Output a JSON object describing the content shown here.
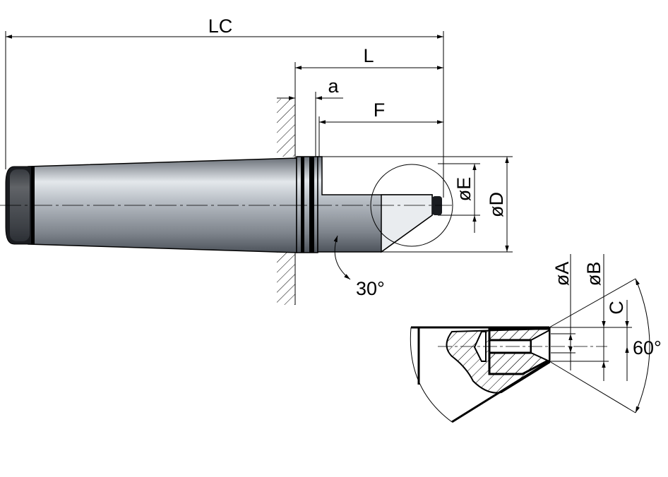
{
  "title": "Morse taper dead centre dimension drawing",
  "labels": {
    "lc": "LC",
    "l": "L",
    "a": "a",
    "f": "F",
    "e": "øE",
    "d": "øD",
    "angle_tip": "30°",
    "A": "øA",
    "B": "øB",
    "C": "C",
    "angle_center": "60°"
  },
  "colors": {
    "steel_light": "#d8dde3",
    "steel_dark": "#5a6068",
    "line": "#000000"
  }
}
